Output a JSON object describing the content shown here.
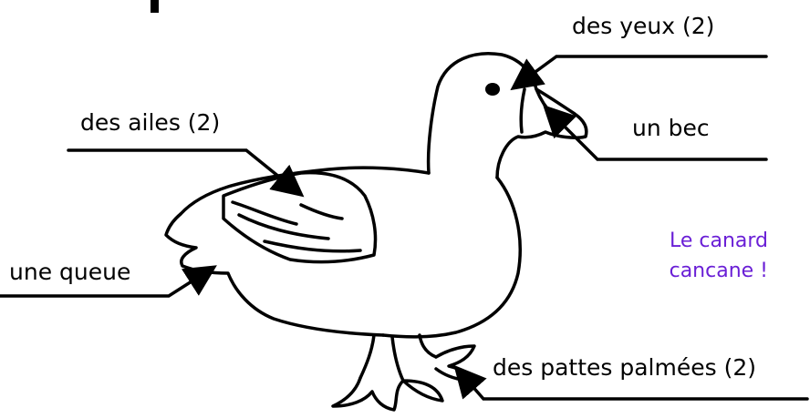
{
  "labels": {
    "eyes": "des yeux (2)",
    "wings": "des ailes (2)",
    "beak": "un bec",
    "tail": "une queue",
    "feet": "des pattes palmées (2)"
  },
  "note": {
    "line1": "Le canard",
    "line2": "cancane !",
    "color": "#6a1fd6"
  },
  "colors": {
    "ink": "#000000",
    "background": "#ffffff"
  }
}
